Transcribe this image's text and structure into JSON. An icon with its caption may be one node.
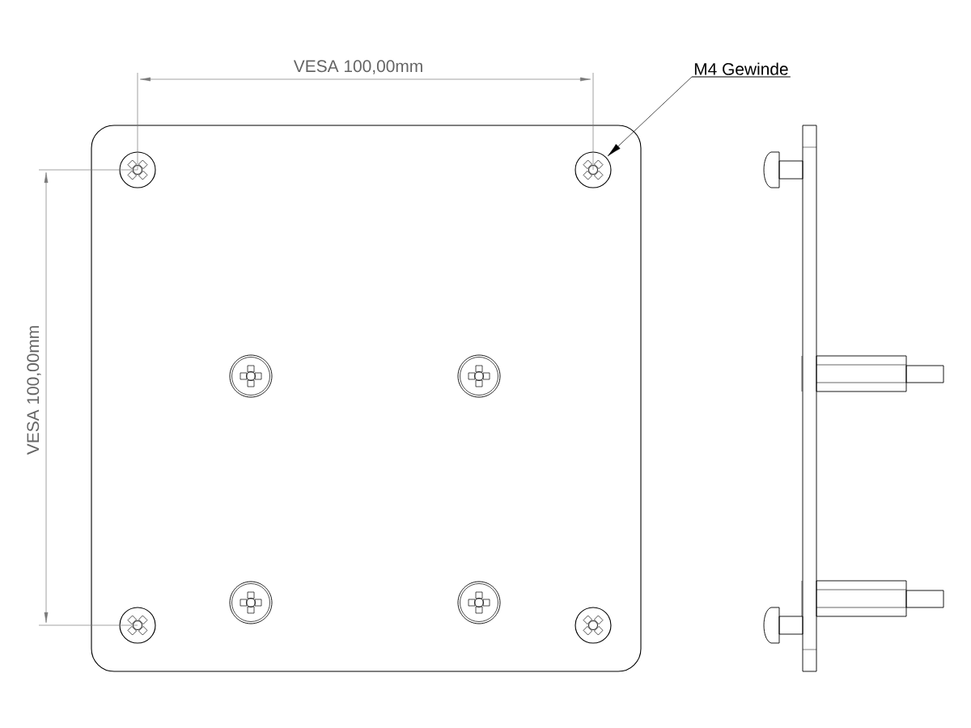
{
  "diagram": {
    "nodes": [
      {
        "text": [
          "M4 Gewinde"
        ]
      },
      {
        "text": [],
        "shape": "circle"
      },
      {
        "text": [],
        "shape": "circle"
      },
      {
        "text": [],
        "shape": "circle"
      },
      {
        "text": [],
        "shape": "circle"
      },
      {
        "text": [],
        "shape": "circle"
      },
      {
        "text": [],
        "shape": "circle"
      },
      {
        "text": [],
        "shape": "circle"
      },
      {
        "text": [],
        "shape": "circle"
      }
    ],
    "edges": [
      {
        "from": 0,
        "to": 2,
        "arrow": "to"
      }
    ],
    "labels": [
      "VESA 100,00mm",
      "VESA 100,00mm"
    ]
  }
}
